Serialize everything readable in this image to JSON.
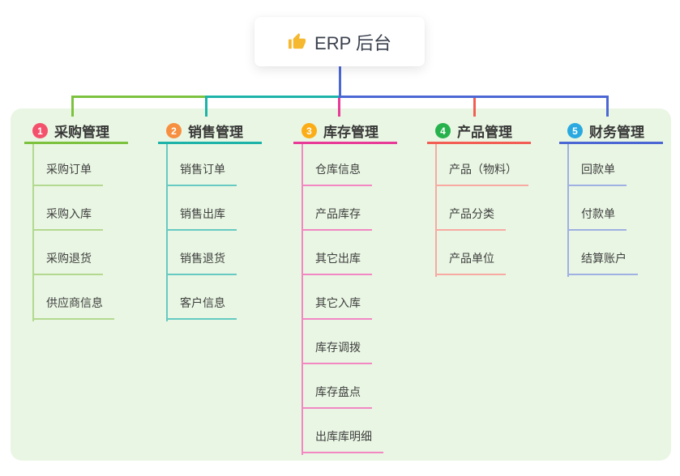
{
  "root": {
    "title": "ERP 后台",
    "icon": "thumbs-up-icon"
  },
  "branches": [
    {
      "index": "1",
      "title": "采购管理",
      "badge_color": "#f4516c",
      "line_color": "#7cc23e",
      "light_color": "#b2d98f",
      "children": [
        "采购订单",
        "采购入库",
        "采购退货",
        "供应商信息"
      ]
    },
    {
      "index": "2",
      "title": "销售管理",
      "badge_color": "#f78f40",
      "line_color": "#1eb3a9",
      "light_color": "#66cac2",
      "children": [
        "销售订单",
        "销售出库",
        "销售退货",
        "客户信息"
      ]
    },
    {
      "index": "3",
      "title": "库存管理",
      "badge_color": "#fbad18",
      "line_color": "#e83a97",
      "light_color": "#f287c3",
      "children": [
        "仓库信息",
        "产品库存",
        "其它出库",
        "其它入库",
        "库存调拨",
        "库存盘点",
        "出库库明细"
      ]
    },
    {
      "index": "4",
      "title": "产品管理",
      "badge_color": "#27b24d",
      "line_color": "#f25e54",
      "light_color": "#f8a9a2",
      "children": [
        "产品（物料）",
        "产品分类",
        "产品单位"
      ]
    },
    {
      "index": "5",
      "title": "财务管理",
      "badge_color": "#2aa9e0",
      "line_color": "#4b67d3",
      "light_color": "#9fb0e2",
      "children": [
        "回款单",
        "付款单",
        "结算账户"
      ]
    }
  ],
  "colors": {
    "page_bg": "#ffffff",
    "panel_bg": "#e9f6e3",
    "root_card_bg": "#ffffff",
    "root_text": "#3a404d",
    "node_text": "#3f3f3f",
    "thumb_icon": "#f5b82e"
  }
}
